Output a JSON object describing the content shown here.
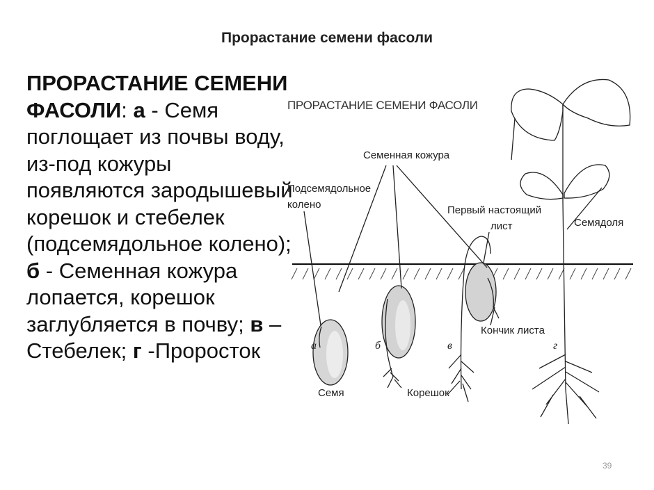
{
  "slide_title": "Прорастание семени фасоли",
  "text": {
    "p1_bold": "ПРОРАСТАНИЕ СЕМЕНИ ФАСОЛИ",
    "p1_sep": ": ",
    "a_letter": "а",
    "a_text": " - Семя поглощает из почвы воду, из-под кожуры появляются зародышевый корешок и стебелек (подсемядольное колено); ",
    "b_letter": "б",
    "b_text": " - Семенная кожура лопается, корешок заглубляется в почву; ",
    "v_letter": "в",
    "v_text": " – Стебелек; ",
    "g_letter": "г",
    "g_text": " -Проросток"
  },
  "diagram": {
    "title": "ПРОРАСТАНИЕ СЕМЕНИ ФАСОЛИ",
    "labels": {
      "seed_coat": "Семенная кожура",
      "hypocotyl_1": "Подсемядольное",
      "hypocotyl_2": "колено",
      "first_leaf_1": "Первый настоящий",
      "first_leaf_2": "лист",
      "cotyledon": "Семядоля",
      "leaf_tip": "Кончик листа",
      "seed": "Семя",
      "root": "Корешок"
    },
    "stages": [
      "а",
      "б",
      "в",
      "г"
    ]
  },
  "page_number": "39"
}
